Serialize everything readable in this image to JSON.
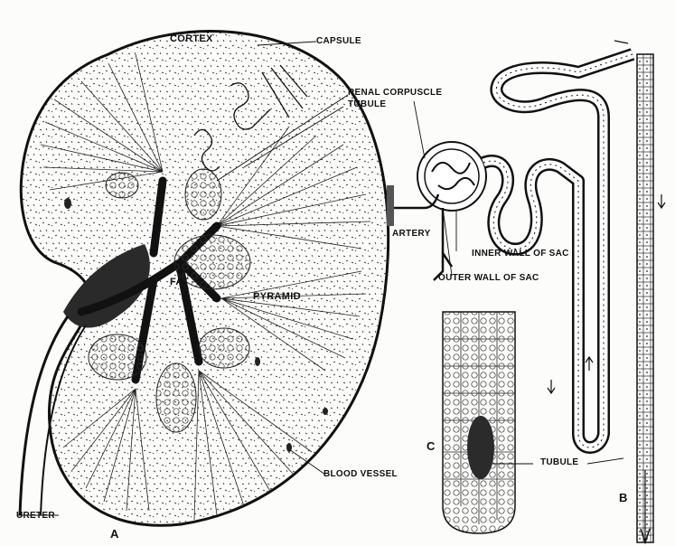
{
  "figure": {
    "panels": {
      "a": "A",
      "b": "B",
      "c": "C"
    },
    "labels": {
      "cortex": "CORTEX",
      "capsule": "CAPSULE",
      "renal_corpuscle": "RENAL CORPUSCLE",
      "tubule": "TUBULE",
      "fat": "FAT",
      "pyramid": "PYRAMID",
      "blood_vessel": "BLOOD VESSEL",
      "ureter": "URETER",
      "artery": "ARTERY",
      "inner_wall": "INNER WALL OF SAC",
      "outer_wall": "OUTER WALL OF SAC",
      "tubule_c": "TUBULE"
    }
  },
  "colors": {
    "ink": "#111111",
    "paper": "#fcfcfb",
    "shade": "#3a3a3a"
  }
}
